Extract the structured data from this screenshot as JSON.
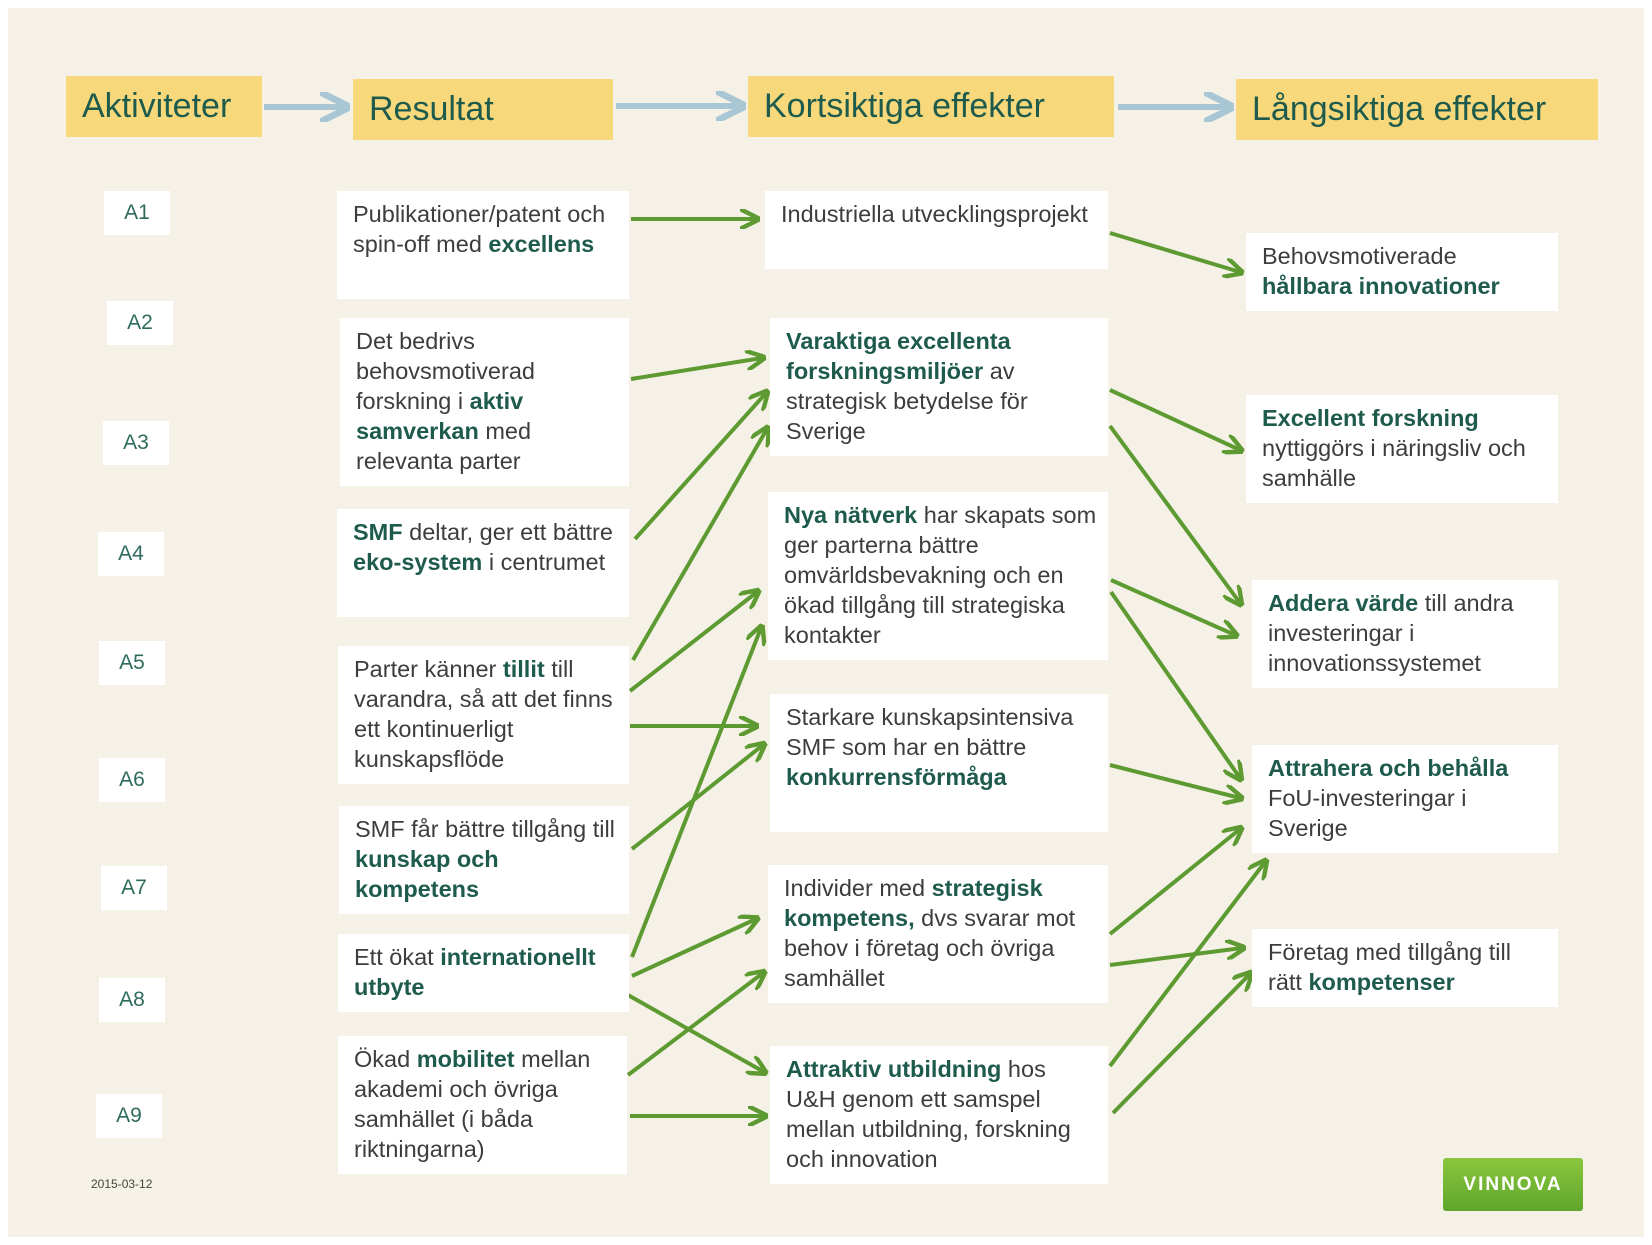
{
  "headers": {
    "aktiviteter": "Aktiviteter",
    "resultat": "Resultat",
    "kortsiktiga": "Kortsiktiga effekter",
    "langsiktiga": "Långsiktiga effekter"
  },
  "activities": [
    "A1",
    "A2",
    "A3",
    "A4",
    "A5",
    "A6",
    "A7",
    "A8",
    "A9"
  ],
  "results": {
    "r1": {
      "a": "Publikationer/patent och spin-off med ",
      "b": "excellens"
    },
    "r2": {
      "a": "Det bedrivs behovsmotiverad forskning i ",
      "b": "aktiv samverkan",
      "c": " med relevanta parter"
    },
    "r3": {
      "a": "SMF",
      "b": " deltar, ger ett bättre ",
      "c": "eko-system",
      "d": " i centrumet"
    },
    "r4": {
      "a": "Parter känner ",
      "b": "tillit",
      "c": " till varandra, så att det finns ett kontinuerligt kunskapsflöde"
    },
    "r5": {
      "a": "SMF får bättre tillgång till ",
      "b": "kunskap och kompetens"
    },
    "r6": {
      "a": "Ett ökat ",
      "b": "internationellt utbyte"
    },
    "r7": {
      "a": "Ökad ",
      "b": "mobilitet",
      "c": " mellan akademi och övriga samhället  (i båda riktningarna)"
    }
  },
  "short_term": {
    "k1": {
      "a": "Industriella utvecklingsprojekt"
    },
    "k2": {
      "a": "Varaktiga excellenta forskningsmiljöer",
      "b": " av strategisk betydelse för Sverige"
    },
    "k3": {
      "a": "Nya nätverk",
      "b": " har skapats som ger parterna bättre omvärldsbevakning och en ökad tillgång till strategiska kontakter"
    },
    "k4": {
      "a": "Starkare kunskapsintensiva SMF som har en bättre ",
      "b": "konkurrensförmåga"
    },
    "k5": {
      "a": "Individer med ",
      "b": "strategisk kompetens,",
      "c": " dvs svarar mot behov i företag och övriga samhället"
    },
    "k6": {
      "a": "Attraktiv utbildning",
      "b": " hos U&H genom ett samspel mellan utbildning, forskning och innovation"
    }
  },
  "long_term": {
    "l1": {
      "a": "Behovsmotiverade ",
      "b": "hållbara innovationer"
    },
    "l2": {
      "a": "Excellent forskning",
      "b": " nyttiggörs i näringsliv och samhälle"
    },
    "l3": {
      "a": "Addera värde",
      "b": " till andra investeringar i innovationssystemet"
    },
    "l4": {
      "a": "Attrahera och behålla",
      "b": " FoU-investeringar i Sverige"
    },
    "l5": {
      "a": "Företag med tillgång till rätt ",
      "b": "kompetenser"
    }
  },
  "footer": {
    "date": "2015-03-12",
    "logo": "VINNOVA"
  },
  "colors": {
    "header_bg": "#f7d87a",
    "arrow_green": "#5e9a32",
    "header_arrow": "#a9c6d4",
    "accent_text": "#1e5b4d"
  }
}
